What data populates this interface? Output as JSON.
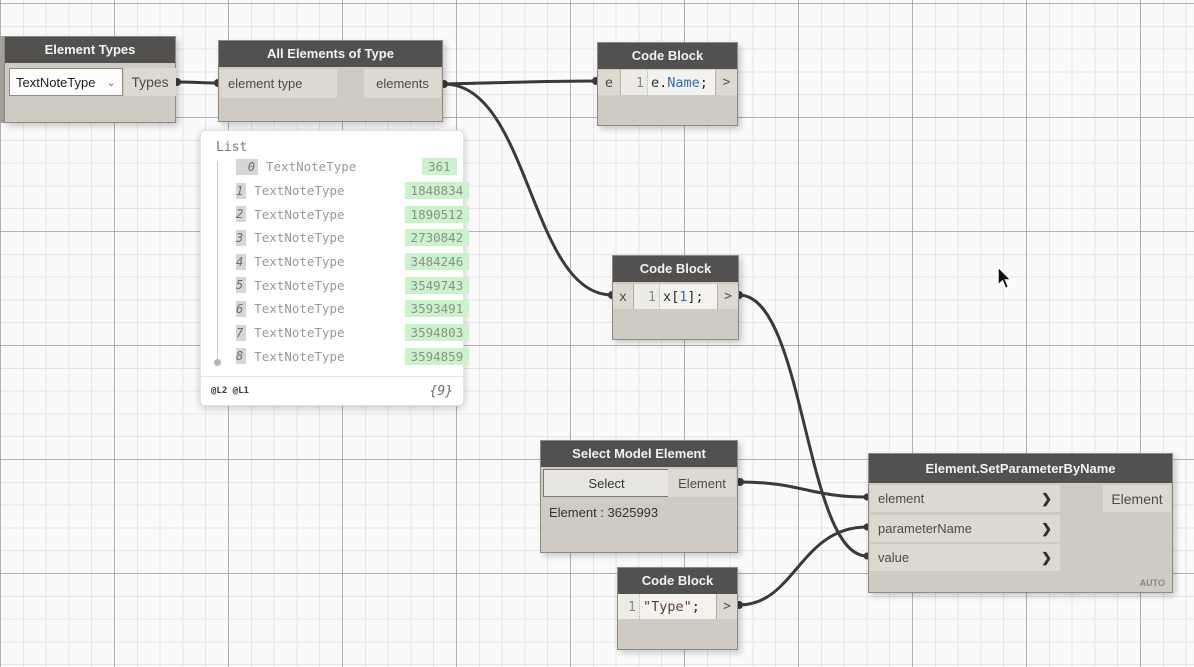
{
  "icons": {
    "dropdown_chevron": "⌄",
    "port_chevron": "❯",
    "output_chevron": ">"
  },
  "colors": {
    "wire": "#3a3a3a",
    "node_header": "#535050",
    "value_badge_bg": "#c9f4c9",
    "code_blue": "#2d6bbd"
  },
  "element_types": {
    "title": "Element Types",
    "dropdown_value": "TextNoteType",
    "output": "Types"
  },
  "all_elements": {
    "title": "All Elements of Type",
    "input": "element type",
    "output": "elements"
  },
  "code_block_name": {
    "title": "Code Block",
    "input": "e",
    "line": "1",
    "code_pre": "e.",
    "code_blue": "Name",
    "code_post": ";"
  },
  "code_block_index": {
    "title": "Code Block",
    "input": "x",
    "line": "1",
    "code_pre": "x[",
    "code_blue": "1",
    "code_post": "];"
  },
  "code_block_type": {
    "title": "Code Block",
    "line": "1",
    "code_string": "\"Type\"",
    "code_post": ";"
  },
  "select_element": {
    "title": "Select Model Element",
    "button": "Select",
    "output": "Element",
    "value_text": "Element : 3625993"
  },
  "set_parameter": {
    "title": "Element.SetParameterByName",
    "inputs": [
      "element",
      "parameterName",
      "value"
    ],
    "output": "Element",
    "mode": "AUTO"
  },
  "list_preview": {
    "root_label": "List",
    "lacing": "@L2 @L1",
    "count": "{9}",
    "items": [
      {
        "index": "0",
        "type": "TextNoteType",
        "id": "361"
      },
      {
        "index": "1",
        "type": "TextNoteType",
        "id": "1848834"
      },
      {
        "index": "2",
        "type": "TextNoteType",
        "id": "1890512"
      },
      {
        "index": "3",
        "type": "TextNoteType",
        "id": "2730842"
      },
      {
        "index": "4",
        "type": "TextNoteType",
        "id": "3484246"
      },
      {
        "index": "5",
        "type": "TextNoteType",
        "id": "3549743"
      },
      {
        "index": "6",
        "type": "TextNoteType",
        "id": "3593491"
      },
      {
        "index": "7",
        "type": "TextNoteType",
        "id": "3594803"
      },
      {
        "index": "8",
        "type": "TextNoteType",
        "id": "3594859"
      }
    ]
  }
}
